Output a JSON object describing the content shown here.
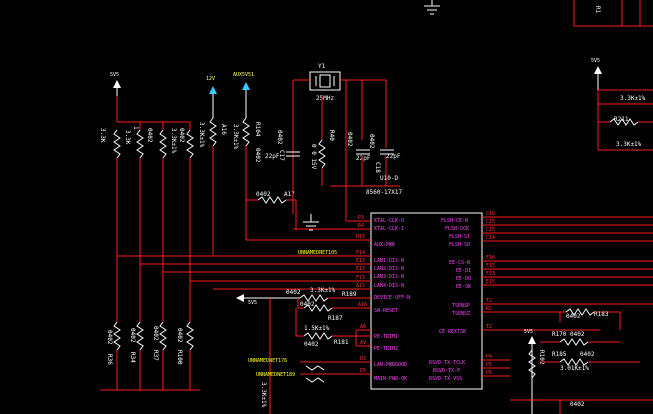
{
  "power": {
    "vcc_left": "5V5",
    "v12": "12V",
    "aux": "AUX5V51",
    "vcc_bottom": "5V5",
    "vcc_right_top": "5V5",
    "vcc_right_mid": "5V5"
  },
  "crystal": {
    "ref": "Y1",
    "freq": "25MHz"
  },
  "caps": {
    "c_left_value": "22pF",
    "c_left_pkg": "0402",
    "c_right_value": "22pF",
    "c_right_pkg": "0402",
    "c3_value": "22pF",
    "c3_pkg": "0402",
    "c3_ref": "C18",
    "c_left_ref": "C17"
  },
  "resistors": {
    "r1_val": "3.3K",
    "r2_val": "3.3K",
    "r3_pkg": "0402",
    "r3_val": "3.3K±1%",
    "r4_pkg": "0402",
    "r4_val": "3.3K±1%",
    "r5_pkg": "0402",
    "r_a16": "A16",
    "r104": "R104",
    "r_a17": "A17",
    "a17_pkg": "0402",
    "r40": "R40",
    "r189": "R189",
    "r187": "R187",
    "r181": "R181",
    "r189_val": "3.3K±1%",
    "r187_val": "0402",
    "r181_val": "1.5K±1%",
    "r181_pkg": "0402",
    "r36": "R36",
    "r34": "R34",
    "r37": "R37",
    "r100": "R100",
    "r_pkg": "0402",
    "r183": "R183",
    "r170": "R170",
    "r185": "R185",
    "r211": "R211",
    "r_right_val": "3.3K±1%",
    "r_right_val2": "3.01K±1%",
    "r102": "R102",
    "r1_top": "R1"
  },
  "ic": {
    "ref": "U10-D",
    "part": "8560-17X17",
    "pins_left": [
      {
        "num": "P3",
        "name": "XTAL-CLK-O"
      },
      {
        "num": "R4",
        "name": "XTAL-CLK-I"
      },
      {
        "num": "D15",
        "name": "AUX-PWR"
      },
      {
        "num": "F14",
        "name": "LAN1-DIS-N"
      },
      {
        "num": "E13",
        "name": "LAN2-DIS-N"
      },
      {
        "num": "E13",
        "name": "LAN3-DIS-N"
      },
      {
        "num": "F13",
        "name": "LAN4-DIS-N"
      },
      {
        "num": "A15",
        "name": "DEVICE-OFF-N"
      },
      {
        "num": "A16",
        "name": "SW-RESET"
      },
      {
        "num": "A8",
        "name": "PE-TRIM1"
      },
      {
        "num": "A9",
        "name": "PE-TRIM2"
      },
      {
        "num": "D3",
        "name": "LAN-PWRGOOD"
      },
      {
        "num": "D5",
        "name": "MAIN-PWR-OK"
      }
    ],
    "pins_right": [
      {
        "num": "C16",
        "name": "FLSH-CE-N"
      },
      {
        "num": "C15",
        "name": "FLSH-SCK"
      },
      {
        "num": "C15",
        "name": "FLSH-SI"
      },
      {
        "num": "C14",
        "name": "FLSH-SO"
      },
      {
        "num": "F16",
        "name": "EE-CS-N"
      },
      {
        "num": "F15",
        "name": "EE-DI"
      },
      {
        "num": "F13",
        "name": "EE-DO"
      },
      {
        "num": "E15",
        "name": "EE-SK"
      },
      {
        "num": "T2",
        "name": "TSENSP"
      },
      {
        "num": "R2",
        "name": "TSENSZ"
      },
      {
        "num": "T2",
        "name": "CE-REXTSK"
      },
      {
        "num": "P4",
        "name": "RSVD-TX-TCLK"
      },
      {
        "num": "P5",
        "name": "RSVD-TX-P"
      },
      {
        "num": "P6",
        "name": "RSVD-TX-VSS"
      }
    ]
  },
  "nets": {
    "unnamed105": "UNNAMEDNET105",
    "unnamed176": "UNNAMEDNET176",
    "unnamed189": "UNNAMEDNET189"
  },
  "misc": {
    "r0_val": "0",
    "r_val_a": "1",
    "ground": "",
    "num_14": "R1 ",
    "r40_val": "0 0 15V"
  }
}
